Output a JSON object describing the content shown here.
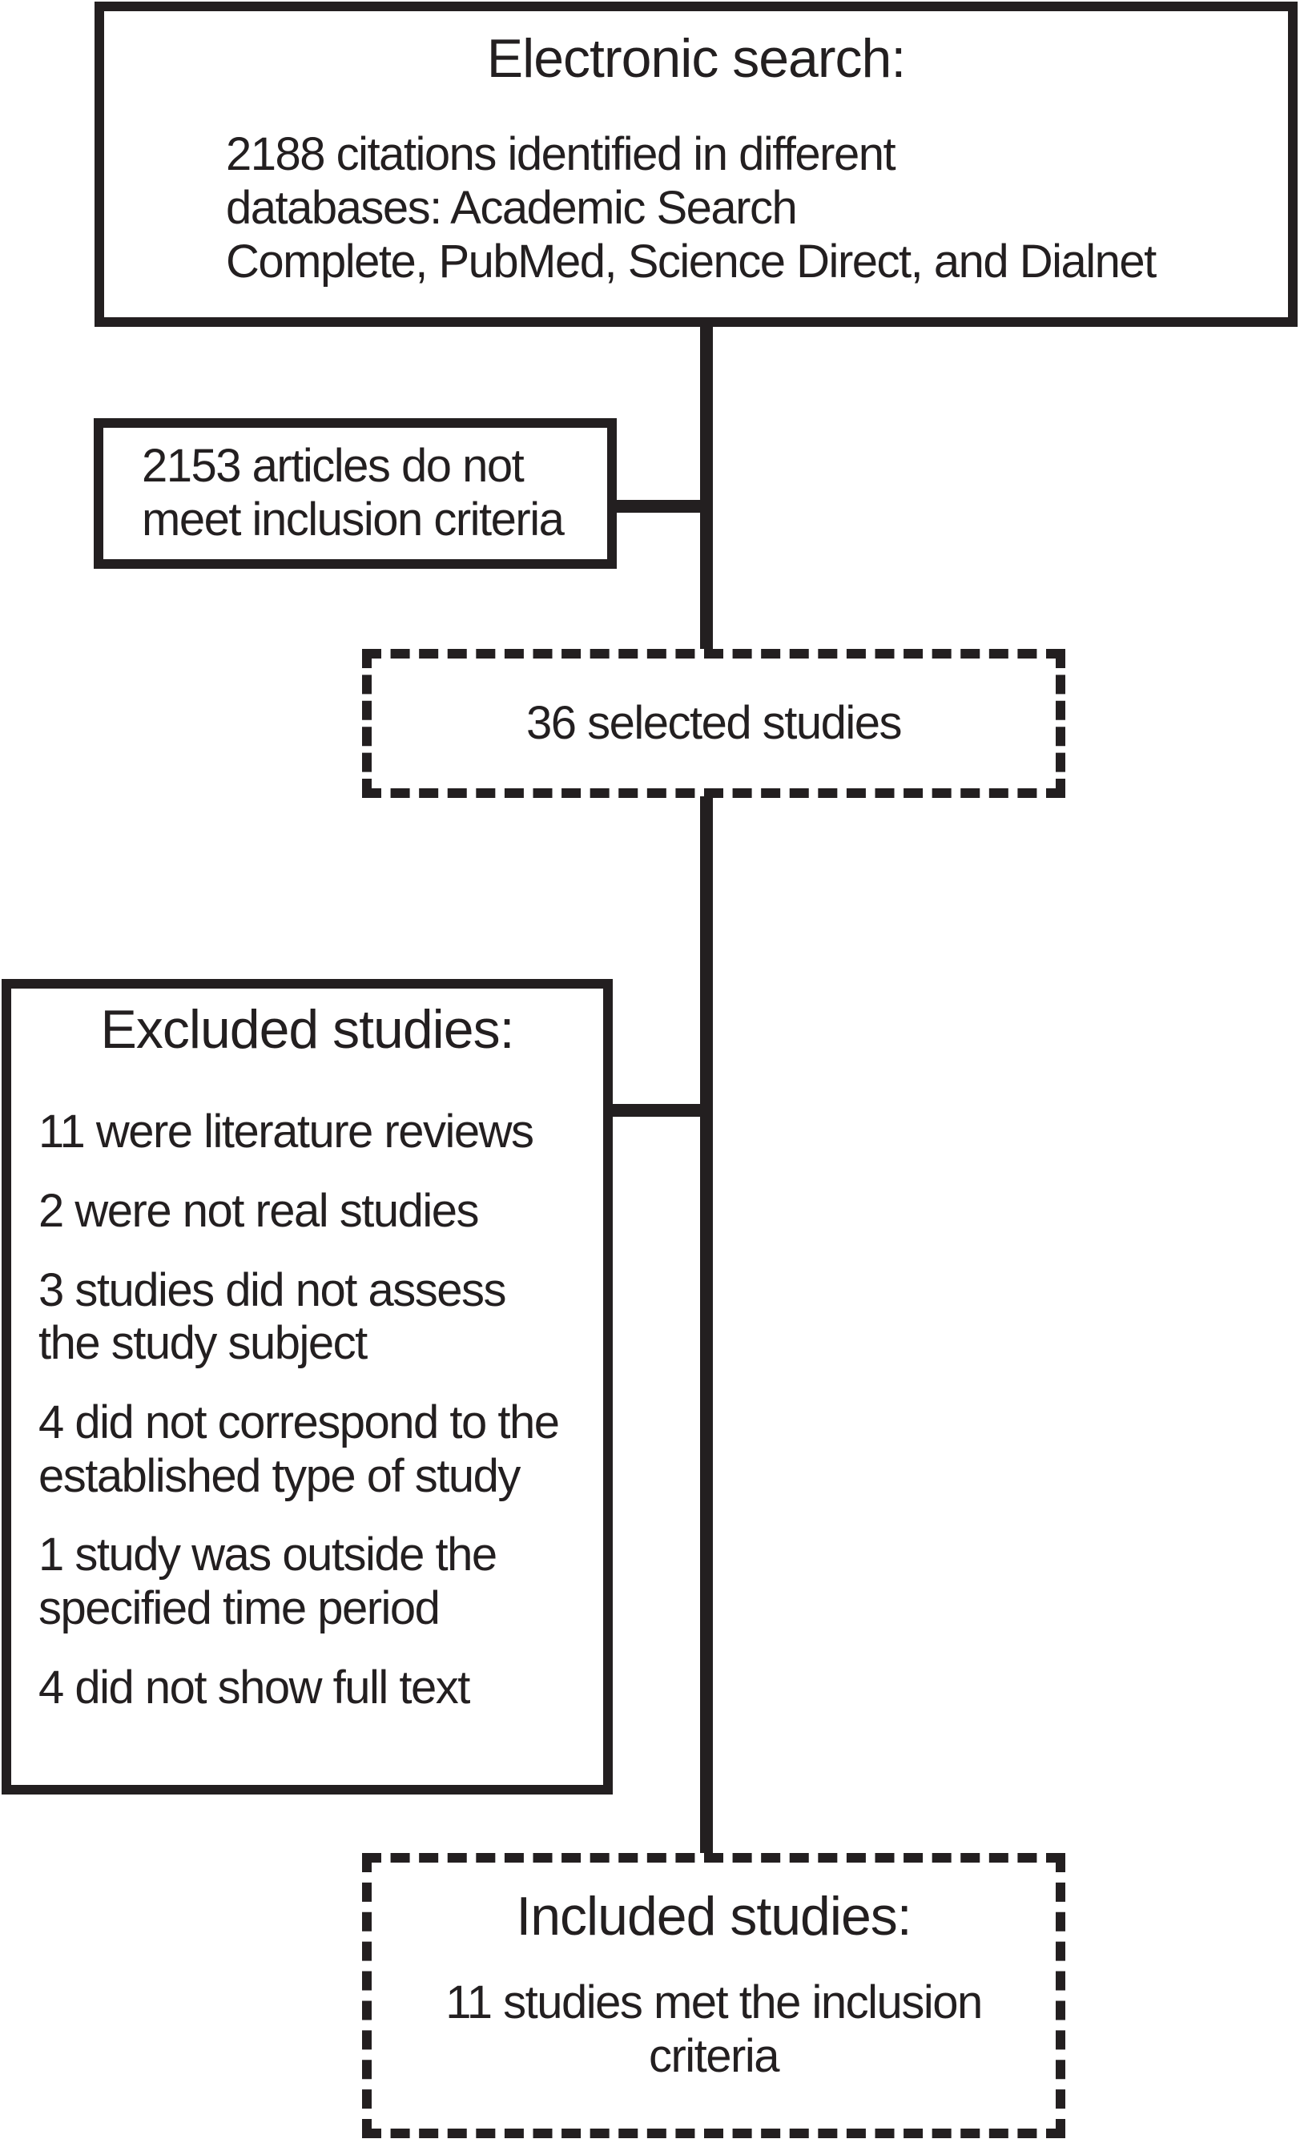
{
  "diagram": {
    "kind": "study-selection-flowchart",
    "line_color": "#231f20",
    "background_color": "#ffffff",
    "electronic_search": {
      "title": "Electronic search:",
      "body": "2188 citations identified in different\ndatabases: Academic Search\nComplete, PubMed, Science Direct, and Dialnet"
    },
    "not_meeting_criteria": {
      "text": "2153 articles do not\nmeet inclusion criteria"
    },
    "selected_studies": {
      "text": "36 selected studies"
    },
    "excluded_studies": {
      "title": "Excluded studies:",
      "items": [
        "11 were literature reviews",
        "2 were not real studies",
        "3 studies did not assess\nthe study subject",
        "4 did not correspond to the\nestablished type of study",
        "1 study was outside the\nspecified time period",
        "4 did not show full text"
      ]
    },
    "included_studies": {
      "title": "Included studies:",
      "body": "11 studies met the inclusion\ncriteria"
    }
  }
}
